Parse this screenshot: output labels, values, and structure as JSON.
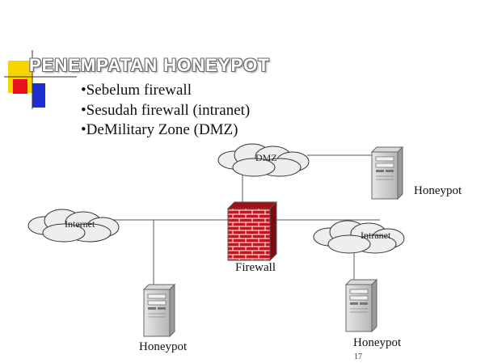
{
  "slide": {
    "title": "PENEMPATAN HONEYPOT",
    "bullets": [
      "•Sebelum firewall",
      "•Sesudah firewall (intranet)",
      "•DeMilitary Zone (DMZ)"
    ],
    "page_number": "17"
  },
  "diagram": {
    "clouds": {
      "dmz": "DMZ",
      "internet": "Internet",
      "intranet": "Intranet"
    },
    "firewall_label": "Firewall",
    "honeypot_labels": {
      "dmz": "Honeypot",
      "internet": "Honeypot",
      "intranet": "Honeypot"
    }
  },
  "colors": {
    "accent_red": "#e8101a",
    "accent_yellow": "#f5d400",
    "accent_blue": "#1e2fd0"
  }
}
